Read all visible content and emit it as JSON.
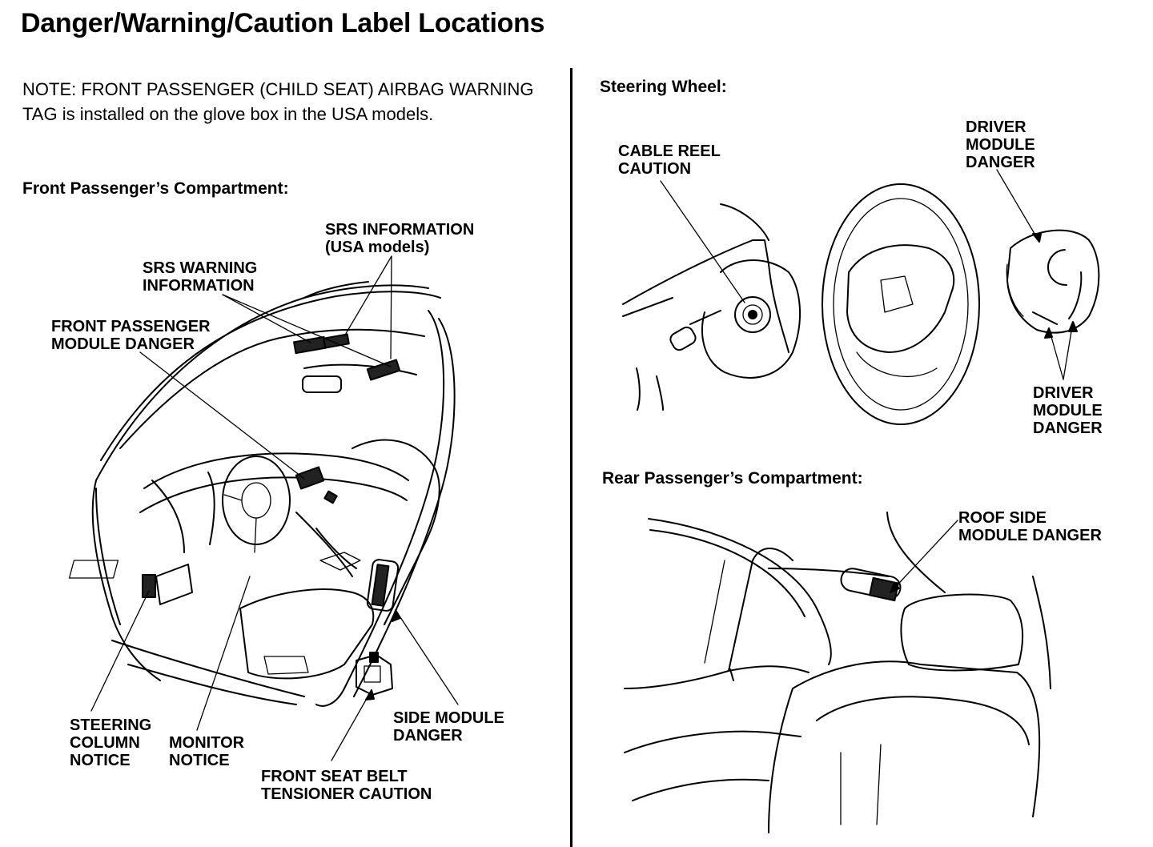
{
  "title": "Danger/Warning/Caution Label Locations",
  "note": "NOTE: FRONT PASSENGER (CHILD SEAT) AIRBAG WARNING TAG is installed on the glove box in the USA models.",
  "sections": {
    "front": "Front Passenger’s Compartment:",
    "steering": "Steering Wheel:",
    "rear": "Rear Passenger’s Compartment:"
  },
  "labels": {
    "srs_information": "SRS INFORMATION\n(USA models)",
    "srs_warning_information": "SRS WARNING\nINFORMATION",
    "front_passenger_module_danger": "FRONT PASSENGER\nMODULE DANGER",
    "steering_column_notice": "STEERING\nCOLUMN\nNOTICE",
    "monitor_notice": "MONITOR\nNOTICE",
    "side_module_danger": "SIDE MODULE\nDANGER",
    "front_seat_belt_tensioner_caution": "FRONT SEAT BELT\nTENSIONER CAUTION",
    "cable_reel_caution": "CABLE REEL\nCAUTION",
    "driver_module_danger_top": "DRIVER\nMODULE\nDANGER",
    "driver_module_danger_bottom": "DRIVER\nMODULE\nDANGER",
    "roof_side_module_danger": "ROOF SIDE\nMODULE DANGER"
  }
}
